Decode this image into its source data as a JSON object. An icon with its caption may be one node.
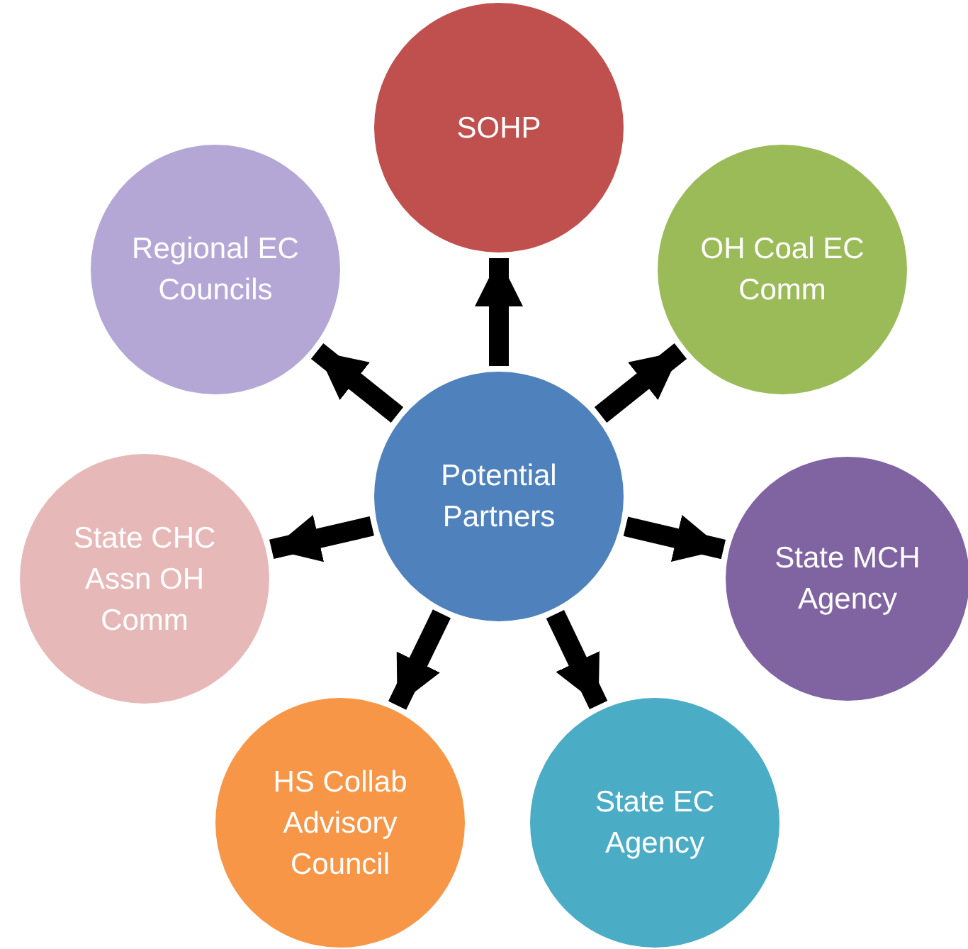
{
  "diagram": {
    "nodes": [
      {
        "text": [
          "Potential Partners"
        ]
      },
      {
        "text": [
          "SOHP"
        ]
      },
      {
        "text": [
          "OH Coal EC Comm"
        ]
      },
      {
        "text": [
          "State MCH Agency"
        ]
      },
      {
        "text": [
          "State EC Agency"
        ]
      },
      {
        "text": [
          "HS Collab Advisory Council"
        ]
      },
      {
        "text": [
          "State CHC Assn OH Comm"
        ]
      },
      {
        "text": [
          "Regional EC Councils"
        ]
      }
    ],
    "edges": [
      {
        "from": 0,
        "to": 1,
        "arrow": "to"
      },
      {
        "from": 0,
        "to": 2,
        "arrow": "to"
      },
      {
        "from": 0,
        "to": 3,
        "arrow": "to"
      },
      {
        "from": 0,
        "to": 4,
        "arrow": "to"
      },
      {
        "from": 0,
        "to": 5,
        "arrow": "to"
      },
      {
        "from": 0,
        "to": 6,
        "arrow": "to"
      },
      {
        "from": 0,
        "to": 7,
        "arrow": "to"
      }
    ]
  }
}
